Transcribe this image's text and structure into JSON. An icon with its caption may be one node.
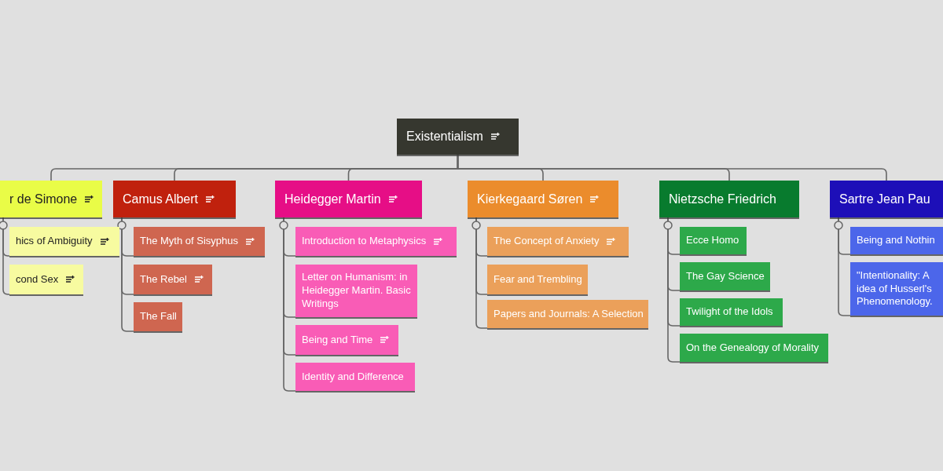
{
  "diagram": {
    "nodes": [
      {
        "text": [
          "Existentialism"
        ]
      },
      {
        "text": [
          "r de Simone"
        ]
      },
      {
        "text": [
          "hics of Ambiguity"
        ]
      },
      {
        "text": [
          "cond Sex"
        ]
      },
      {
        "text": [
          "Camus Albert"
        ]
      },
      {
        "text": [
          "The Myth of Sisyphus"
        ]
      },
      {
        "text": [
          "The Rebel"
        ]
      },
      {
        "text": [
          "The Fall"
        ]
      },
      {
        "text": [
          "Heidegger Martin"
        ]
      },
      {
        "text": [
          "Introduction to Metaphysics"
        ]
      },
      {
        "text": [
          "Letter on Humanism: in Heidegger Martin. Basic Writings"
        ]
      },
      {
        "text": [
          "Being and Time"
        ]
      },
      {
        "text": [
          "Identity and Difference"
        ]
      },
      {
        "text": [
          "Kierkegaard Søren"
        ]
      },
      {
        "text": [
          "The Concept of Anxiety"
        ]
      },
      {
        "text": [
          "Fear and Trembling"
        ]
      },
      {
        "text": [
          "Papers and Journals: A Selection"
        ]
      },
      {
        "text": [
          "Nietzsche Friedrich"
        ]
      },
      {
        "text": [
          "Ecce Homo"
        ]
      },
      {
        "text": [
          "The Gay Science"
        ]
      },
      {
        "text": [
          "Twilight of the Idols"
        ]
      },
      {
        "text": [
          "On the Genealogy of Morality"
        ]
      },
      {
        "text": [
          "Sartre Jean Pau"
        ]
      },
      {
        "text": [
          "Being and Nothin"
        ]
      },
      {
        "text": [
          "\"Intentionality: A idea of Husserl's Phenomenology."
        ]
      }
    ],
    "edges": [
      {
        "from": 0,
        "to": 1,
        "arrow": "none"
      },
      {
        "from": 0,
        "to": 4,
        "arrow": "none"
      },
      {
        "from": 0,
        "to": 8,
        "arrow": "none"
      },
      {
        "from": 0,
        "to": 13,
        "arrow": "none"
      },
      {
        "from": 0,
        "to": 17,
        "arrow": "none"
      },
      {
        "from": 0,
        "to": 22,
        "arrow": "none"
      },
      {
        "from": 1,
        "to": 2,
        "arrow": "none"
      },
      {
        "from": 1,
        "to": 3,
        "arrow": "none"
      },
      {
        "from": 4,
        "to": 5,
        "arrow": "none"
      },
      {
        "from": 4,
        "to": 6,
        "arrow": "none"
      },
      {
        "from": 4,
        "to": 7,
        "arrow": "none"
      },
      {
        "from": 8,
        "to": 9,
        "arrow": "none"
      },
      {
        "from": 8,
        "to": 10,
        "arrow": "none"
      },
      {
        "from": 8,
        "to": 11,
        "arrow": "none"
      },
      {
        "from": 8,
        "to": 12,
        "arrow": "none"
      },
      {
        "from": 13,
        "to": 14,
        "arrow": "none"
      },
      {
        "from": 13,
        "to": 15,
        "arrow": "none"
      },
      {
        "from": 13,
        "to": 16,
        "arrow": "none"
      },
      {
        "from": 17,
        "to": 18,
        "arrow": "none"
      },
      {
        "from": 17,
        "to": 19,
        "arrow": "none"
      },
      {
        "from": 17,
        "to": 20,
        "arrow": "none"
      },
      {
        "from": 17,
        "to": 21,
        "arrow": "none"
      },
      {
        "from": 22,
        "to": 23,
        "arrow": "none"
      },
      {
        "from": 22,
        "to": 24,
        "arrow": "none"
      }
    ]
  }
}
